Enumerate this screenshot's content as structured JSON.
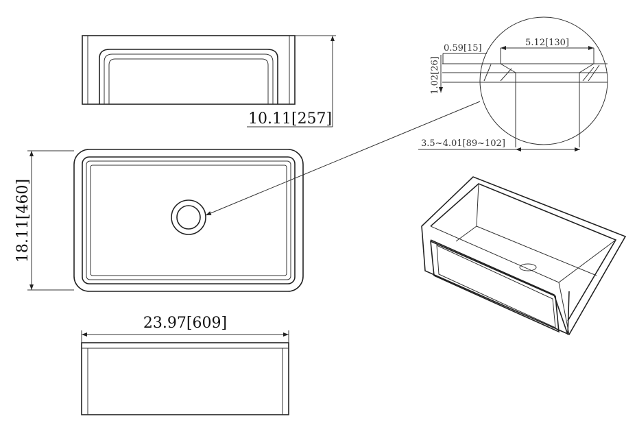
{
  "dimensions": {
    "height": "10.11[257]",
    "depth": "18.11[460]",
    "width": "23.97[609]"
  },
  "detail": {
    "flange_thickness": "0.59[15]",
    "drain_opening": "5.12[130]",
    "total_thickness": "1.02[26]",
    "drain_hole_range": "3.5~4.01[89~102]"
  }
}
